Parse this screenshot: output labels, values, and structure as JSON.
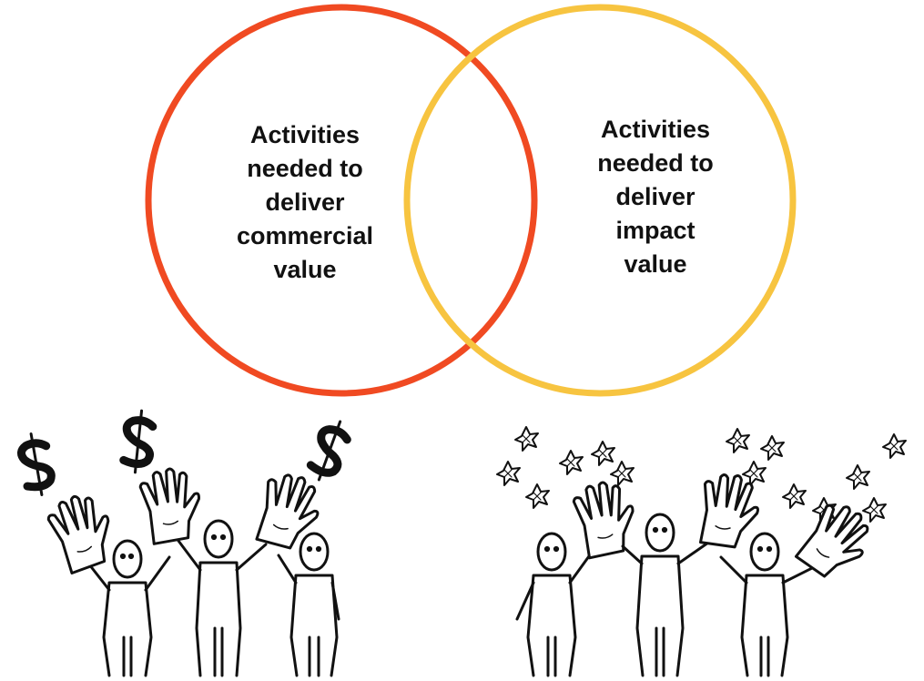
{
  "diagram": {
    "left_circle": {
      "color": "#f04a22",
      "label_lines": [
        "Activities",
        "needed to",
        "deliver",
        "commercial",
        "value"
      ]
    },
    "right_circle": {
      "color": "#f7c440",
      "label_lines": [
        "Activities",
        "needed to",
        "deliver",
        "impact",
        "value"
      ]
    }
  },
  "illustrations": {
    "left_group": {
      "people_count": 3,
      "hands_count": 3,
      "symbol": "dollar-sign",
      "symbol_count": 3
    },
    "right_group": {
      "people_count": 3,
      "hands_count": 3,
      "symbol": "star",
      "symbol_count": 14
    },
    "ink_color": "#111111"
  }
}
